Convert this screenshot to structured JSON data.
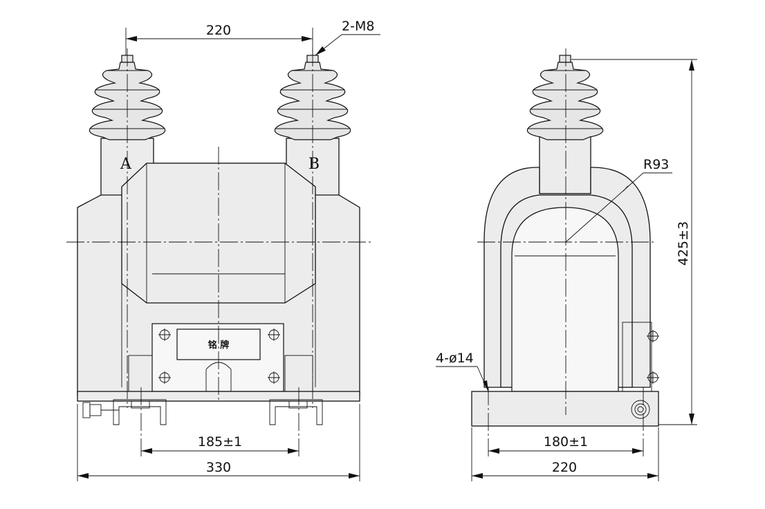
{
  "front_view": {
    "terminal_a": "A",
    "terminal_b": "B",
    "nameplate": "铭 牌",
    "thread_callout": "2-M8",
    "dim_top_spacing": "220",
    "dim_mount_spacing": "185±1",
    "dim_overall_width": "330"
  },
  "side_view": {
    "radius_callout": "R93",
    "dim_height": "425±3",
    "hole_callout": "4-ø14",
    "dim_mount_spacing": "180±1",
    "dim_overall_width": "220"
  }
}
